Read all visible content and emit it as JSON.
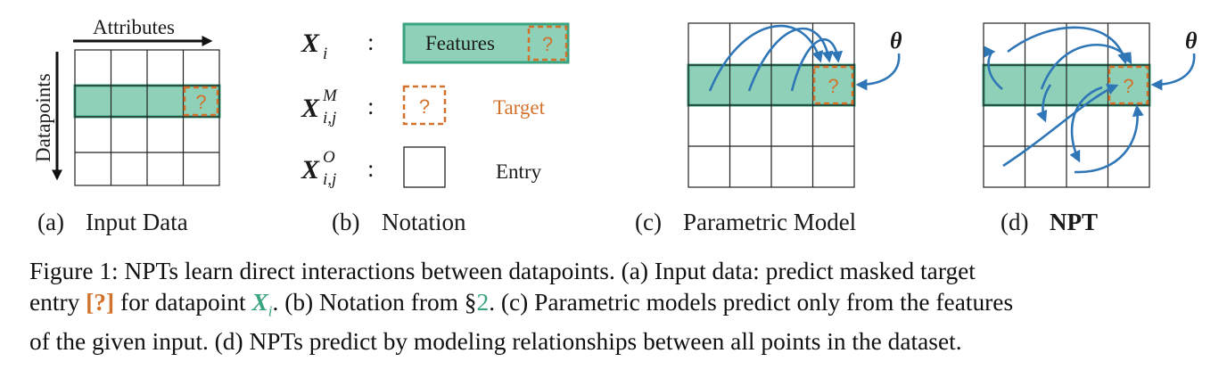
{
  "panels": {
    "a": {
      "attributes_label": "Attributes",
      "datapoints_label": "Datapoints",
      "mask_glyph": "?",
      "caption_tag": "(a)",
      "caption_text": "Input Data"
    },
    "b": {
      "xi_label": "X",
      "xi_sub": "i",
      "colon": ":",
      "features_label": "Features",
      "mask_glyph": "?",
      "xm_label": "X",
      "xm_sub": "i,j",
      "xm_sup": "M",
      "target_label": "Target",
      "xo_label": "X",
      "xo_sub": "i,j",
      "xo_sup": "O",
      "entry_label": "Entry",
      "caption_tag": "(b)",
      "caption_text": "Notation"
    },
    "c": {
      "theta": "θ",
      "mask_glyph": "?",
      "caption_tag": "(c)",
      "caption_text": "Parametric Model"
    },
    "d": {
      "theta": "θ",
      "mask_glyph": "?",
      "caption_tag": "(d)",
      "caption_text": "NPT"
    }
  },
  "caption": {
    "line1": "Figure 1: NPTs learn direct interactions between datapoints. (a) Input data: predict masked target",
    "line2_a": "entry ",
    "target_token": "[?]",
    "line2_b": " for datapoint ",
    "xi_token": "X",
    "xi_sub": "i",
    "line2_c": ". (b) Notation from §",
    "section_ref": "2",
    "line2_d": ". (c) Parametric models predict only from the features",
    "line3": "of the given input. (d) NPTs predict by modeling relationships between all points in the dataset."
  },
  "colors": {
    "green_fill": "#8fd1b8",
    "green_stroke": "#3aa37f",
    "orange": "#d2722c",
    "blue": "#2f76b7",
    "grid": "#222222"
  }
}
